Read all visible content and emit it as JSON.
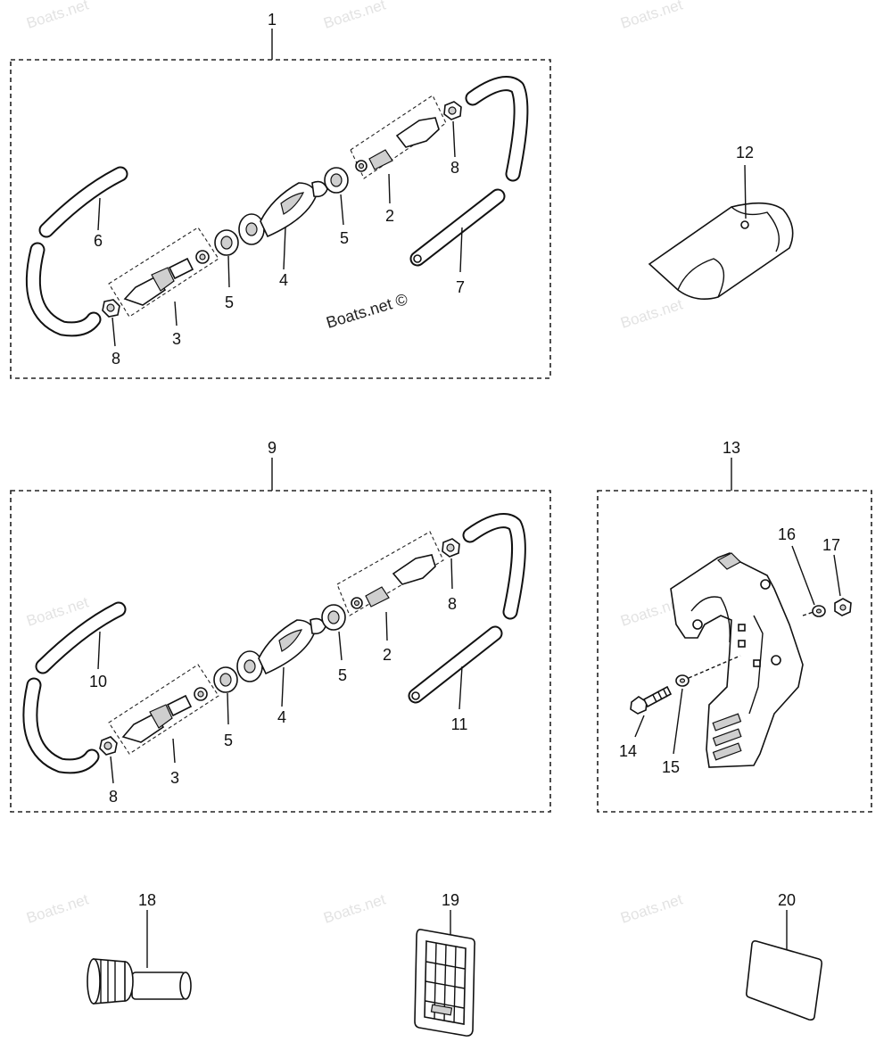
{
  "watermark": {
    "text": "Boats.net",
    "center_text": "Boats.net ©",
    "symbol": "©"
  },
  "callouts": {
    "c1": "1",
    "c2": "2",
    "c3": "3",
    "c4": "4",
    "c5": "5",
    "c6": "6",
    "c7": "7",
    "c8": "8",
    "c9": "9",
    "c10": "10",
    "c11": "11",
    "c12": "12",
    "c13": "13",
    "c14": "14",
    "c15": "15",
    "c16": "16",
    "c17": "17",
    "c18": "18",
    "c19": "19",
    "c20": "20"
  }
}
